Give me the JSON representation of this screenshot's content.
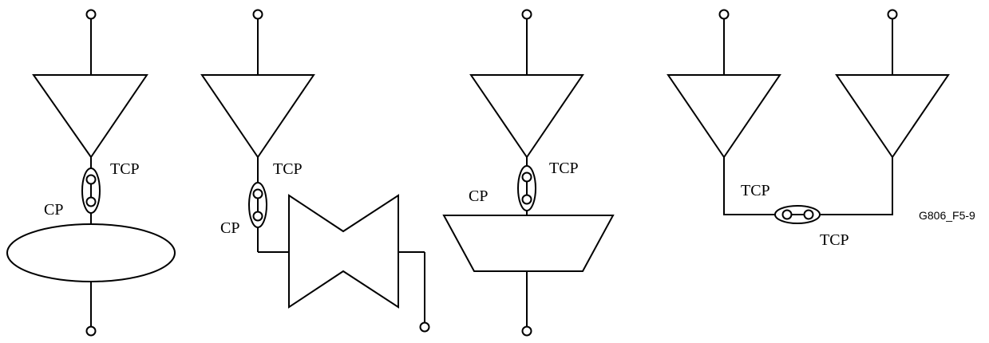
{
  "labels": {
    "tcp": "TCP",
    "cp": "CP"
  },
  "figure_id": "G806_F5-9"
}
